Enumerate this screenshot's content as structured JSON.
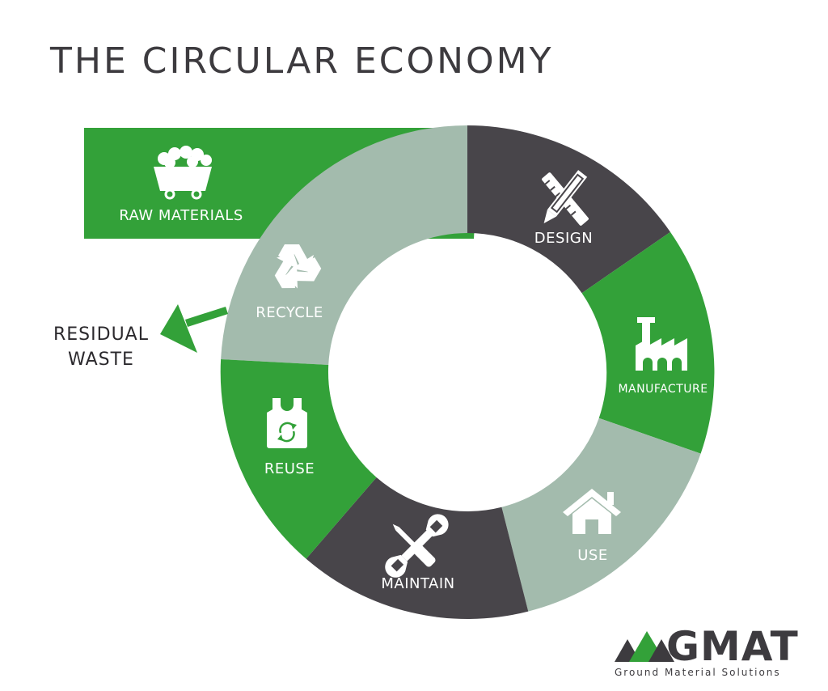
{
  "title": "THE CIRCULAR ECONOMY",
  "residual": {
    "line1": "RESIDUAL",
    "line2": "WASTE"
  },
  "segments": [
    {
      "label": "RAW MATERIALS",
      "icon": "mine-cart-icon"
    },
    {
      "label": "DESIGN",
      "icon": "pencil-ruler-icon"
    },
    {
      "label": "MANUFACTURE",
      "icon": "factory-icon"
    },
    {
      "label": "USE",
      "icon": "house-icon"
    },
    {
      "label": "MAINTAIN",
      "icon": "wrench-screwdriver-icon"
    },
    {
      "label": "REUSE",
      "icon": "shopping-bag-icon"
    },
    {
      "label": "RECYCLE",
      "icon": "recycle-icon"
    }
  ],
  "logo": {
    "name": "GMAT",
    "tagline": "Ground Material Solutions"
  },
  "colors": {
    "green": "#33a139",
    "dark": "#48454a",
    "sage": "#a3bbad",
    "text": "#3d3b3f"
  }
}
